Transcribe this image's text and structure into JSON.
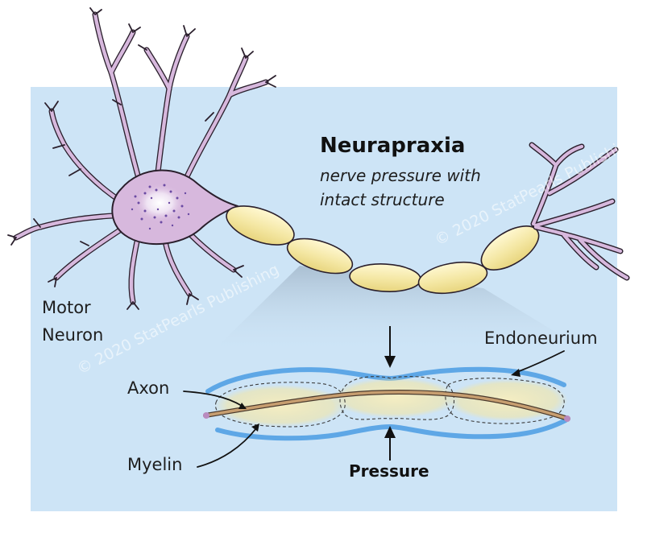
{
  "title": "Neurapraxia",
  "subtitle_lines": [
    "nerve pressure with",
    "intact structure"
  ],
  "labels": {
    "motor_neuron_line1": "Motor",
    "motor_neuron_line2": "Neuron",
    "axon": "Axon",
    "myelin": "Myelin",
    "endoneurium": "Endoneurium",
    "pressure": "Pressure"
  },
  "watermark": "© 2020 StatPearls Publishing",
  "colors": {
    "panel_background": "#cde4f6",
    "neuron_body": "#d7b8dd",
    "neuron_outline": "#2a1f2c",
    "nucleus_dots": "#6b4aa3",
    "myelin_fill": "#f4e7a3",
    "myelin_highlight": "#fff8d2",
    "endoneurium_line": "#5ea7e6",
    "axon_line": "#a88358"
  }
}
